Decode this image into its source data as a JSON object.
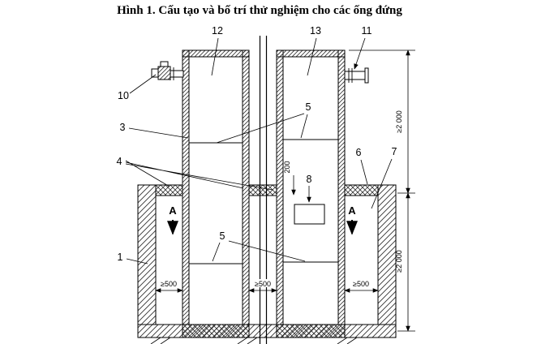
{
  "title": "Hình 1. Cấu tạo và bố trí thử nghiệm cho các ống đứng",
  "labels": {
    "n1": "1",
    "n3": "3",
    "n4": "4",
    "n5_upper": "5",
    "n5_lower": "5",
    "n6": "6",
    "n7": "7",
    "n8": "8",
    "n10": "10",
    "n11": "11",
    "n12": "12",
    "n13": "13",
    "section_a_left": "A",
    "section_a_right": "A"
  },
  "dimensions": {
    "shaft_height_upper": "≥2 000",
    "shaft_height_lower": "≥2 000",
    "clearance_left": "≥500",
    "clearance_center": "≥500",
    "clearance_right": "≥500",
    "offset_200": "200"
  }
}
